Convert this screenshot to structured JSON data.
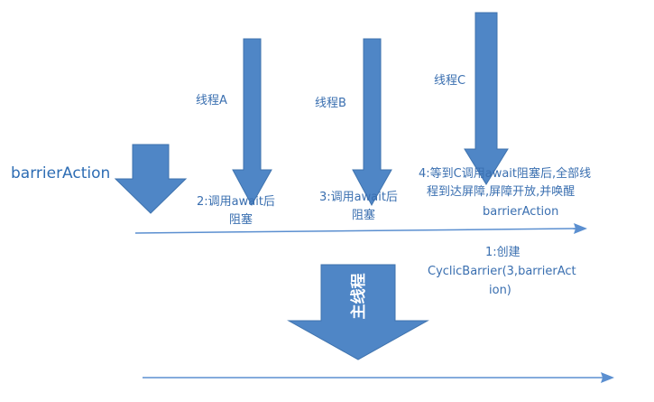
{
  "colors": {
    "arrow_fill": "#4f86c6",
    "arrow_stroke": "#3f73ae",
    "line": "#5b8fd0",
    "text": "#3a6fb0"
  },
  "labels": {
    "barrier_action": "barrierAction",
    "thread_a": "线程A",
    "thread_b": "线程B",
    "thread_c": "线程C",
    "step2_line1": "2:调用await后",
    "step2_line2": "阻塞",
    "step3_line1": "3:调用await后",
    "step3_line2": "阻塞",
    "step4_line1": "4:等到C调用await阻塞后,全部线",
    "step4_line2": "程到达屏障,屏障开放,并唤醒",
    "step4_line3": "barrierAction",
    "step1_line1": "1:创建",
    "step1_line2": "CyclicBarrier(3,barrierAct",
    "step1_line3": "ion)",
    "main_thread": "主线程"
  }
}
